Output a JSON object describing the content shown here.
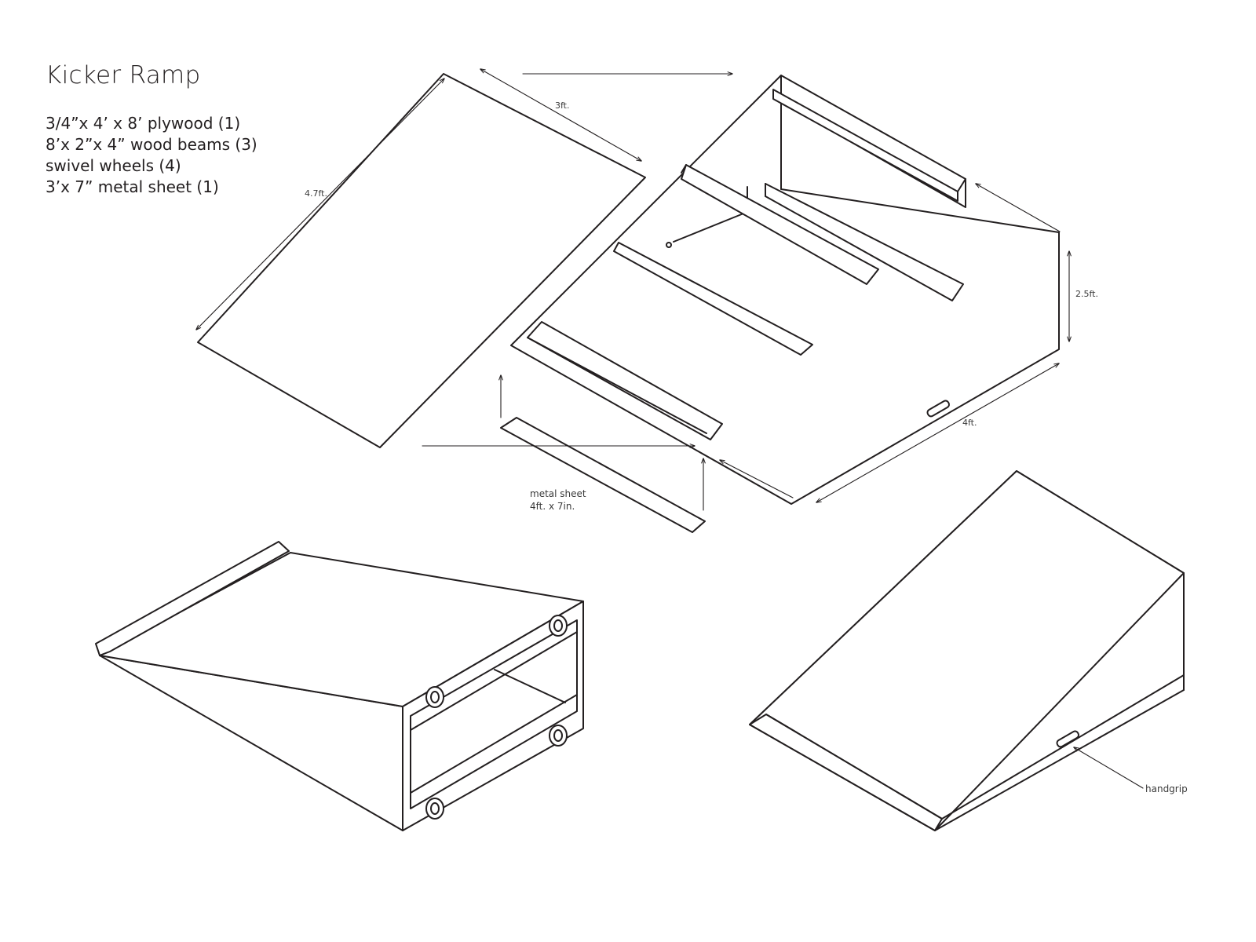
{
  "title": "Kicker Ramp",
  "materials": [
    "3/4”x 4’ x 8’ plywood (1)",
    "8’x 2”x 4” wood beams (3)",
    "swivel wheels (4)",
    "3’x 7” metal sheet (1)"
  ],
  "dimensions": {
    "ramp_length": "4.7ft.",
    "ramp_width": "3ft.",
    "height": "2.5ft.",
    "base_length": "4ft."
  },
  "metal_sheet": {
    "label": "metal sheet",
    "size": "4ft. x 7in."
  },
  "handgrip_label": "handgrip",
  "colors": {
    "line": "#231f20",
    "background": "#ffffff"
  }
}
